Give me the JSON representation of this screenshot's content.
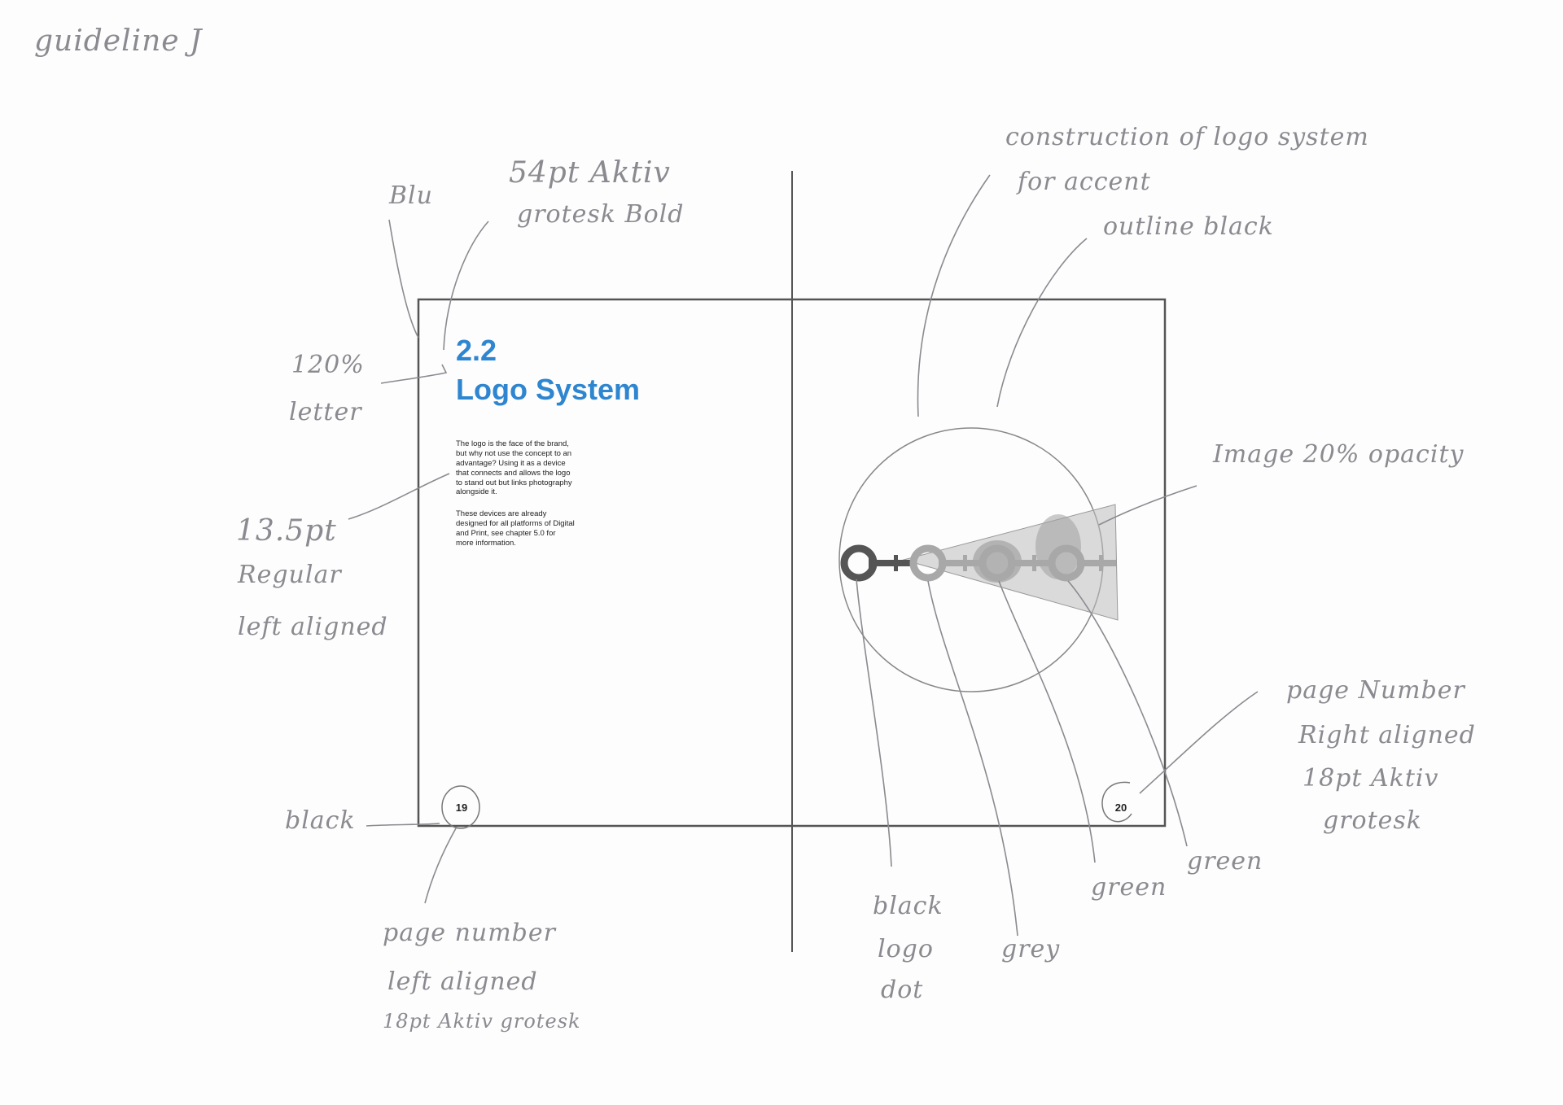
{
  "annotations": {
    "top_left": "guideline J",
    "blue_note": "Blu",
    "heading_note": [
      "54pt Aktiv",
      "grotesk Bold"
    ],
    "letter_note": [
      "120%",
      "letter"
    ],
    "body_note": [
      "13.5pt",
      "Regular",
      "left aligned"
    ],
    "black_note": "black",
    "page_num_left_note": [
      "page number",
      "left aligned",
      "18pt Aktiv grotesk"
    ],
    "construction_note": [
      "construction of logo system",
      "for accent"
    ],
    "outline_note": "outline black",
    "image_note": "Image 20% opacity",
    "page_num_right_note": [
      "page Number",
      "Right aligned",
      "18pt Aktiv",
      "grotesk"
    ],
    "logo_notes": {
      "black": [
        "black",
        "logo",
        "dot"
      ],
      "grey": "grey",
      "green1": "green",
      "green2": "green"
    }
  },
  "spread": {
    "left_page": {
      "heading_number": "2.2",
      "heading_title": "Logo System",
      "paragraph_1": "The logo is the face of the brand,\nbut why not use the concept to an\nadvantage? Using it as a device\nthat connects and allows the logo\nto stand out but links photography\nalongside it.",
      "paragraph_2": "These devices are already\ndesigned for all platforms of Digital\nand Print, see chapter 5.0 for\nmore information.",
      "page_number": "19"
    },
    "right_page": {
      "page_number": "20"
    }
  },
  "colors": {
    "heading_blue": "#2f86d0",
    "frame": "#555555",
    "pencil": "#8a8a90",
    "logo_black": "#555555",
    "logo_grey": "#a8a8a8"
  }
}
